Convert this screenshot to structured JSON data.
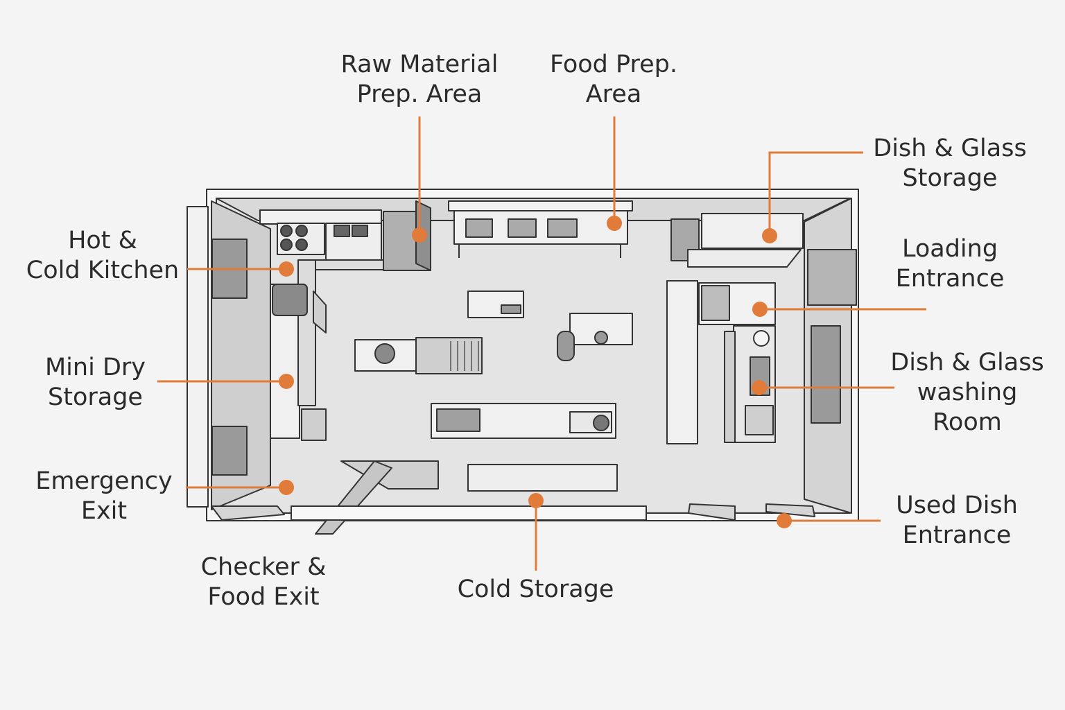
{
  "colors": {
    "accent": "#e07b39",
    "ink": "#2b2b2b",
    "floor": "#e3e3e3",
    "wall": "#f7f7f7",
    "outline": "#333333"
  },
  "labels": {
    "raw_material_prep": {
      "line1": "Raw Material",
      "line2": "Prep. Area"
    },
    "food_prep": {
      "line1": "Food Prep.",
      "line2": "Area"
    },
    "dish_glass_storage": {
      "line1": "Dish & Glass",
      "line2": "Storage"
    },
    "hot_cold_kitchen": {
      "line1": "Hot &",
      "line2": "Cold Kitchen"
    },
    "loading_entrance": {
      "line1": "Loading",
      "line2": "Entrance"
    },
    "mini_dry_storage": {
      "line1": "Mini Dry",
      "line2": "Storage"
    },
    "dish_glass_washing": {
      "line1": "Dish & Glass",
      "line2": "washing",
      "line3": "Room"
    },
    "emergency_exit": {
      "line1": "Emergency",
      "line2": "Exit"
    },
    "used_dish_entrance": {
      "line1": "Used Dish",
      "line2": "Entrance"
    },
    "checker_food_exit": {
      "line1": "Checker &",
      "line2": "Food Exit"
    },
    "cold_storage": {
      "line1": "Cold Storage"
    }
  }
}
